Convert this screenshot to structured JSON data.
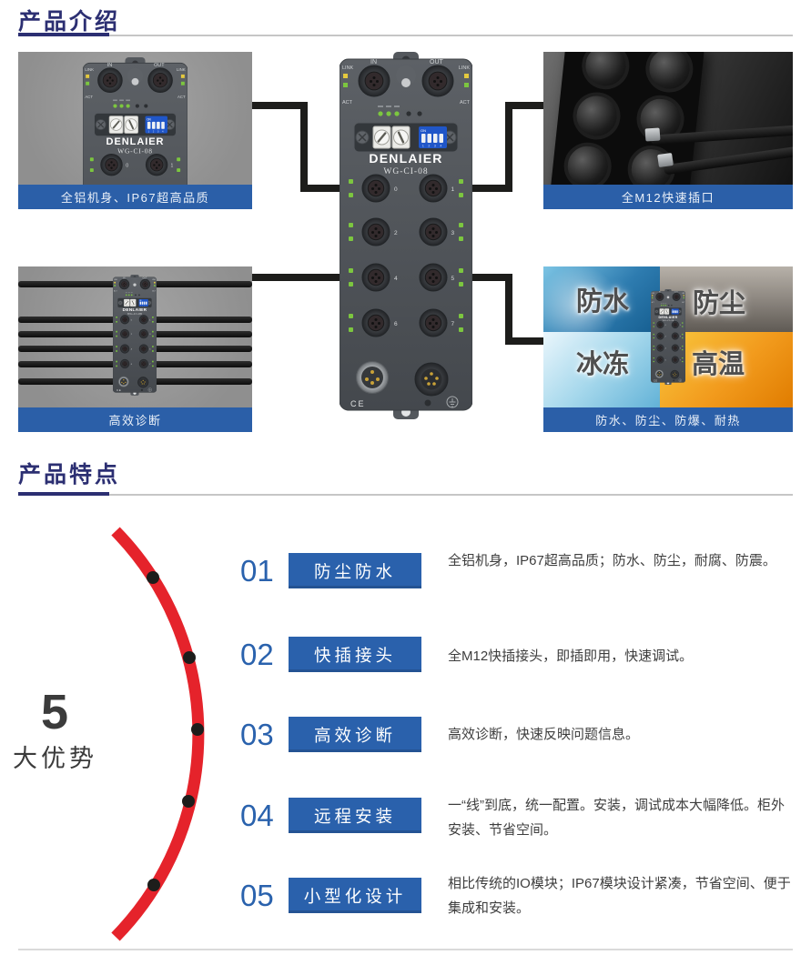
{
  "colors": {
    "accent_navy": "#2c2f72",
    "primary_blue": "#2a61ac",
    "arc_red": "#e5232b",
    "connector_black": "#1d1d1b",
    "photo_gray": "#9b9b9b",
    "desc_text": "#3e3e3e"
  },
  "intro": {
    "title": "产品介绍",
    "cards": [
      {
        "caption": "全铝机身、IP67超高品质"
      },
      {
        "caption": "全M12快速插口"
      },
      {
        "caption": "高效诊断"
      },
      {
        "caption": "防水、防尘、防爆、耐热"
      }
    ],
    "weather_labels": {
      "tl": "防水",
      "tr": "防尘",
      "bl": "冰冻",
      "br": "高温"
    }
  },
  "module": {
    "brand": "DENLAIER",
    "model": "WG-CI-08",
    "labels": {
      "in": "IN",
      "out": "OUT",
      "link": "LINK",
      "act": "ACT",
      "on": "ON",
      "ce": "CE",
      "dip_numbers": "1 2 3 4"
    },
    "port_numbers": [
      "0",
      "1",
      "2",
      "3",
      "4",
      "5",
      "6",
      "7"
    ]
  },
  "features": {
    "title": "产品特点",
    "badge": {
      "number": "5",
      "label": "大优势"
    },
    "items": [
      {
        "index": "01",
        "name": "防尘防水",
        "desc": "全铝机身，IP67超高品质；防水、防尘，耐腐、防震。"
      },
      {
        "index": "02",
        "name": "快插接头",
        "desc": "全M12快插接头，即插即用，快速调试。"
      },
      {
        "index": "03",
        "name": "高效诊断",
        "desc": "高效诊断，快速反映问题信息。"
      },
      {
        "index": "04",
        "name": "远程安装",
        "desc": "一“线”到底，统一配置。安装，调试成本大幅降低。柜外安装、节省空间。"
      },
      {
        "index": "05",
        "name": "小型化设计",
        "desc": "相比传统的IO模块；IP67模块设计紧凑，节省空间、便于集成和安装。"
      }
    ]
  }
}
